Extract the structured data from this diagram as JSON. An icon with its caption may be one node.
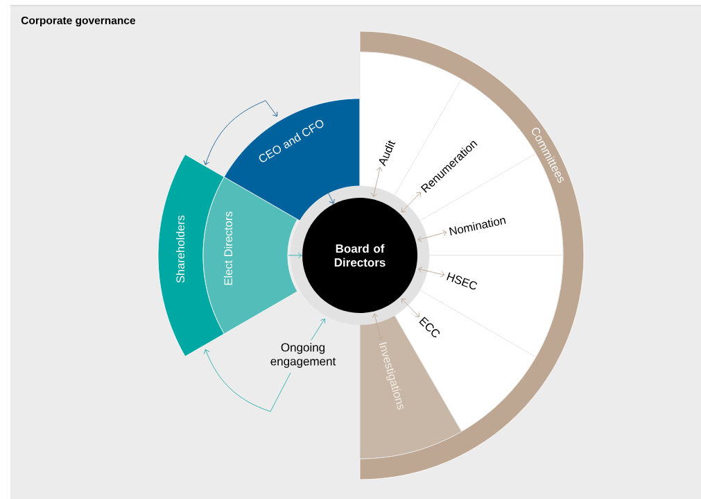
{
  "diagram": {
    "title": "Corporate governance",
    "nodes": [
      {
        "text": [
          "Shareholders"
        ]
      },
      {
        "text": [
          "Elect Directors"
        ]
      },
      {
        "text": [
          "CEO and CFO"
        ]
      },
      {
        "text": [
          "Board of Directors"
        ]
      },
      {
        "text": [
          "Committees"
        ]
      },
      {
        "text": [
          "Audit"
        ],
        "in": 4
      },
      {
        "text": [
          "Renumeration"
        ],
        "in": 4
      },
      {
        "text": [
          "Nomination"
        ],
        "in": 4
      },
      {
        "text": [
          "HSEC"
        ],
        "in": 4
      },
      {
        "text": [
          "ECC"
        ],
        "in": 4
      },
      {
        "text": [
          "Investigations"
        ],
        "in": 4
      },
      {
        "text": [
          "Ongoing engagement"
        ]
      }
    ],
    "edges": [
      {
        "from": 0,
        "to": 2,
        "arrow": "both",
        "color": "#1d6098"
      },
      {
        "from": 2,
        "to": 3,
        "arrow": "to",
        "color": "#1d6098"
      },
      {
        "from": 1,
        "to": 3,
        "arrow": "to",
        "color": "#2aaea9"
      },
      {
        "from": 3,
        "to": 5,
        "arrow": "both"
      },
      {
        "from": 3,
        "to": 6,
        "arrow": "both"
      },
      {
        "from": 3,
        "to": 7,
        "arrow": "both"
      },
      {
        "from": 3,
        "to": 8,
        "arrow": "both"
      },
      {
        "from": 3,
        "to": 9,
        "arrow": "both"
      },
      {
        "from": 3,
        "to": 10,
        "arrow": "both"
      },
      {
        "from": 11,
        "to": 0,
        "arrow": "to",
        "color": "#2aaea9"
      },
      {
        "from": 11,
        "to": 3,
        "arrow": "to",
        "color": "#2aaea9"
      }
    ]
  }
}
